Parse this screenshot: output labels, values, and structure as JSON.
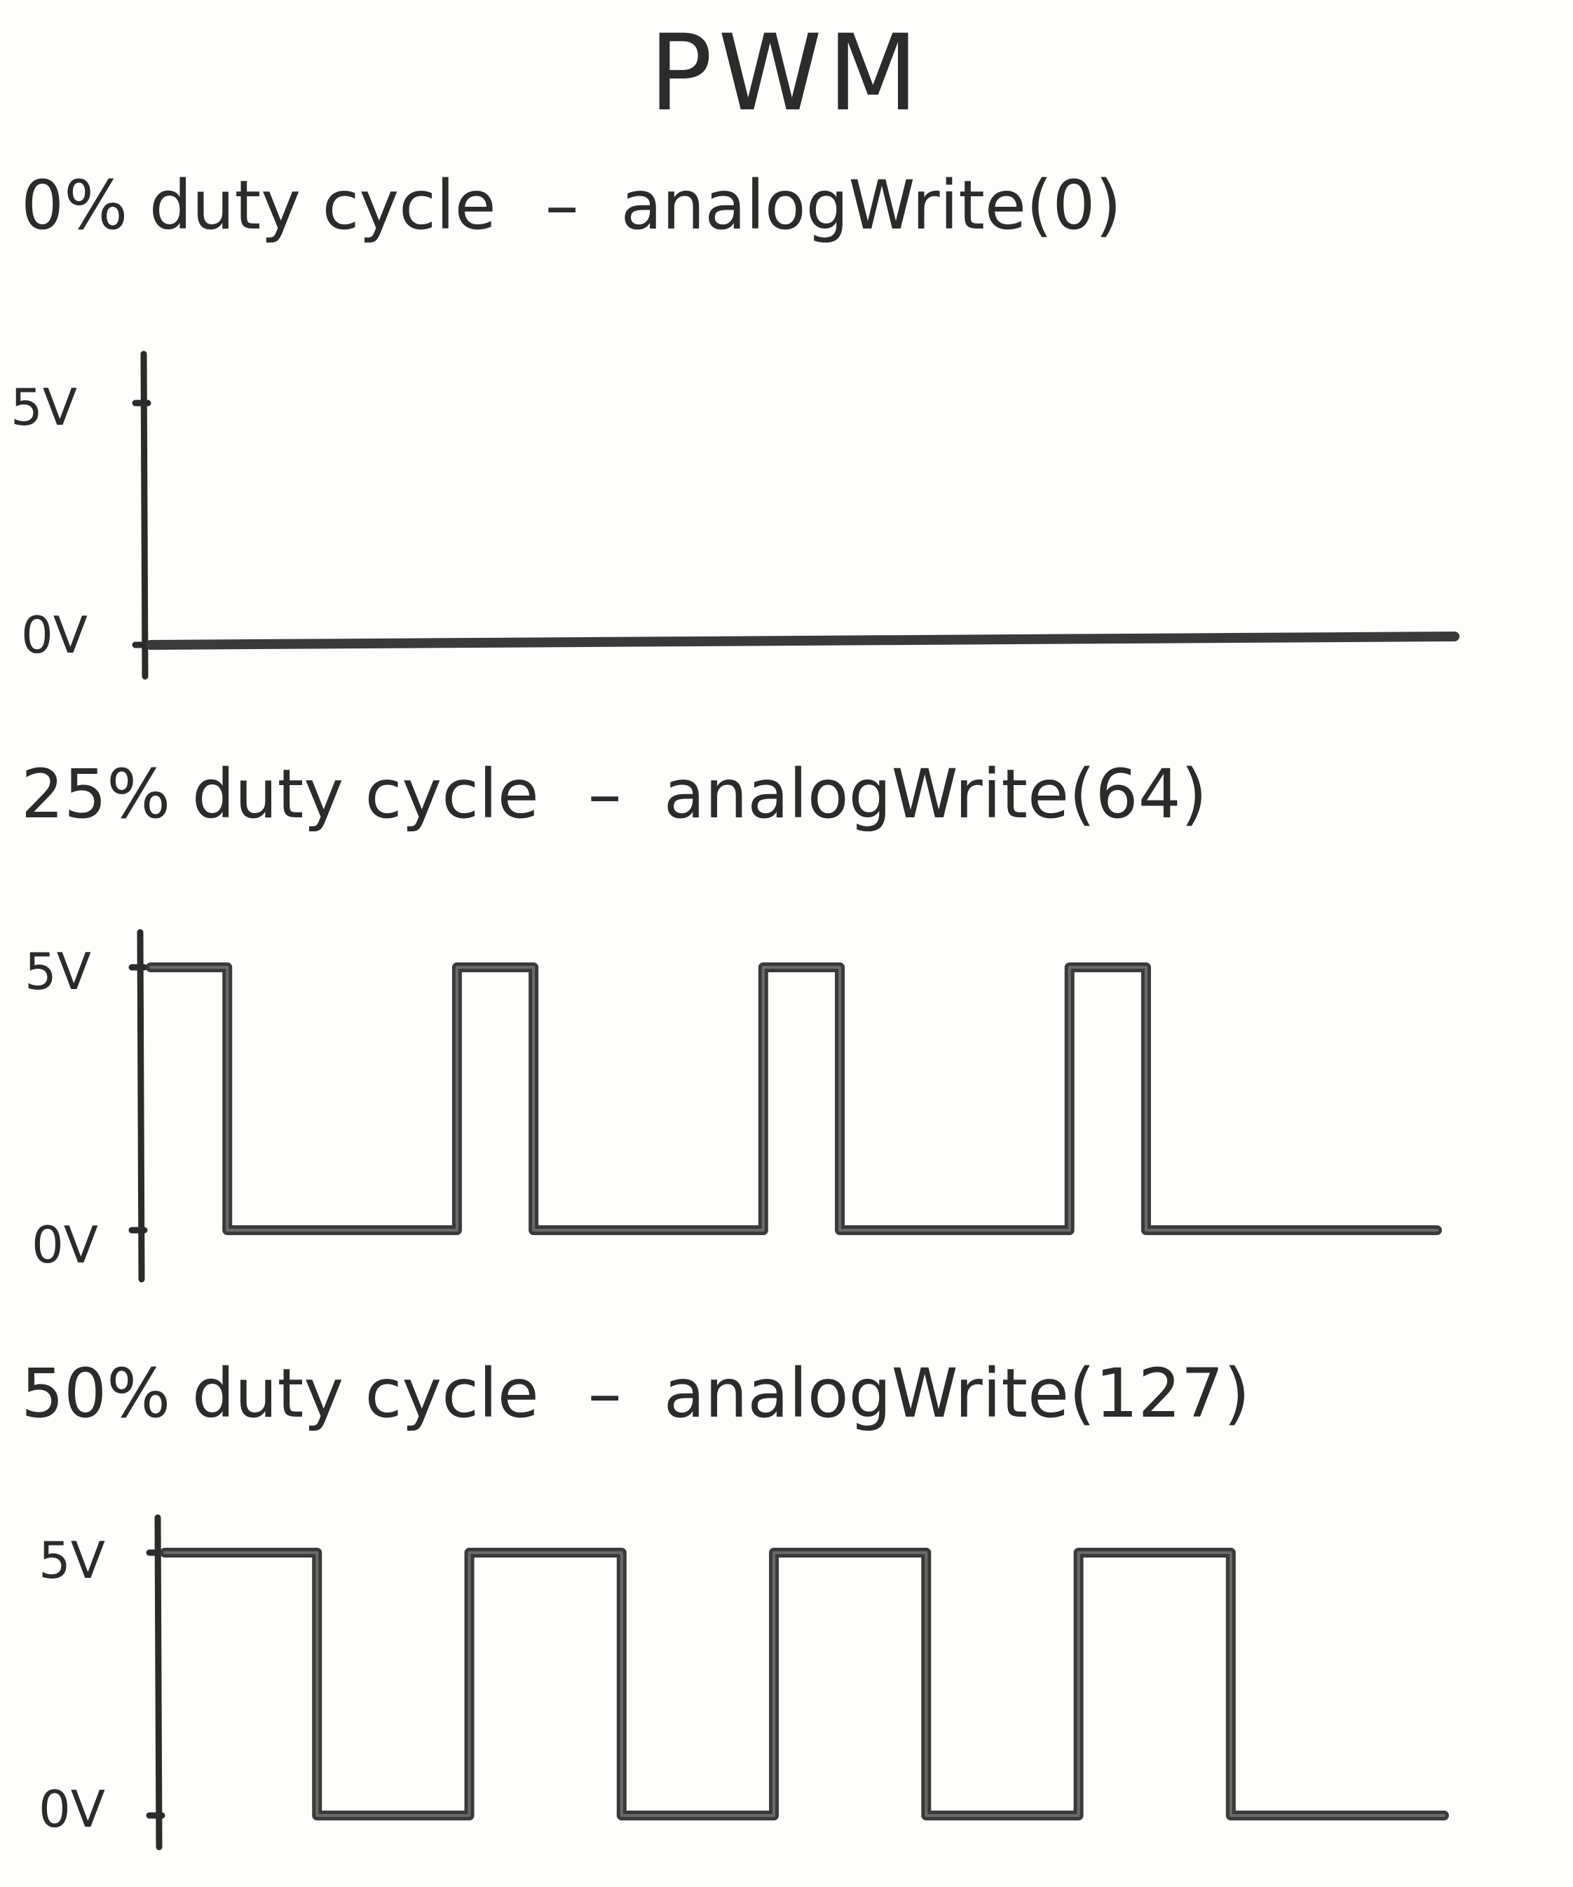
{
  "title": "PWM",
  "voltage_high_label": "5V",
  "voltage_low_label": "0V",
  "sections": [
    {
      "duty_label": "0% duty cycle",
      "separator": "–",
      "call": "analogWrite(0)",
      "duty_fraction": 0.0,
      "periods": 4
    },
    {
      "duty_label": "25% duty cycle",
      "separator": "–",
      "call": "analogWrite(64)",
      "duty_fraction": 0.25,
      "periods": 4
    },
    {
      "duty_label": "50% duty cycle",
      "separator": "–",
      "call": "analogWrite(127)",
      "duty_fraction": 0.5,
      "periods": 4
    }
  ],
  "colors": {
    "ink": "#2b2b2b",
    "paper": "#fdfdfc"
  }
}
